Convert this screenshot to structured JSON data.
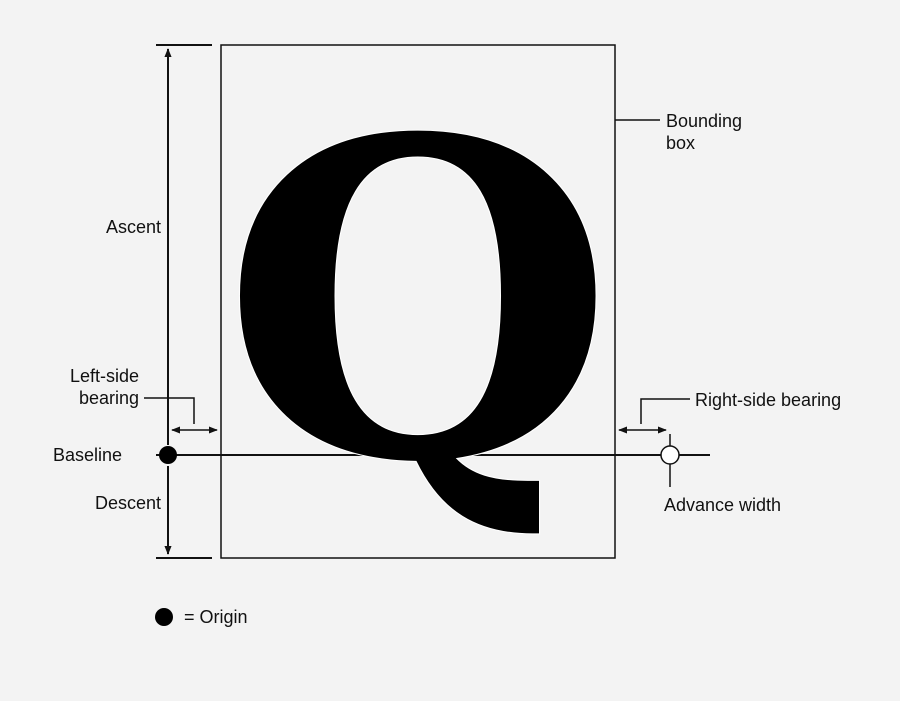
{
  "labels": {
    "ascent": "Ascent",
    "left_side_bearing": [
      "Left-side",
      "bearing"
    ],
    "baseline": "Baseline",
    "descent": "Descent",
    "bounding_box": [
      "Bounding",
      "box"
    ],
    "right_side_bearing": "Right-side bearing",
    "advance_width": "Advance width",
    "legend": "= Origin"
  },
  "glyph": "Q"
}
